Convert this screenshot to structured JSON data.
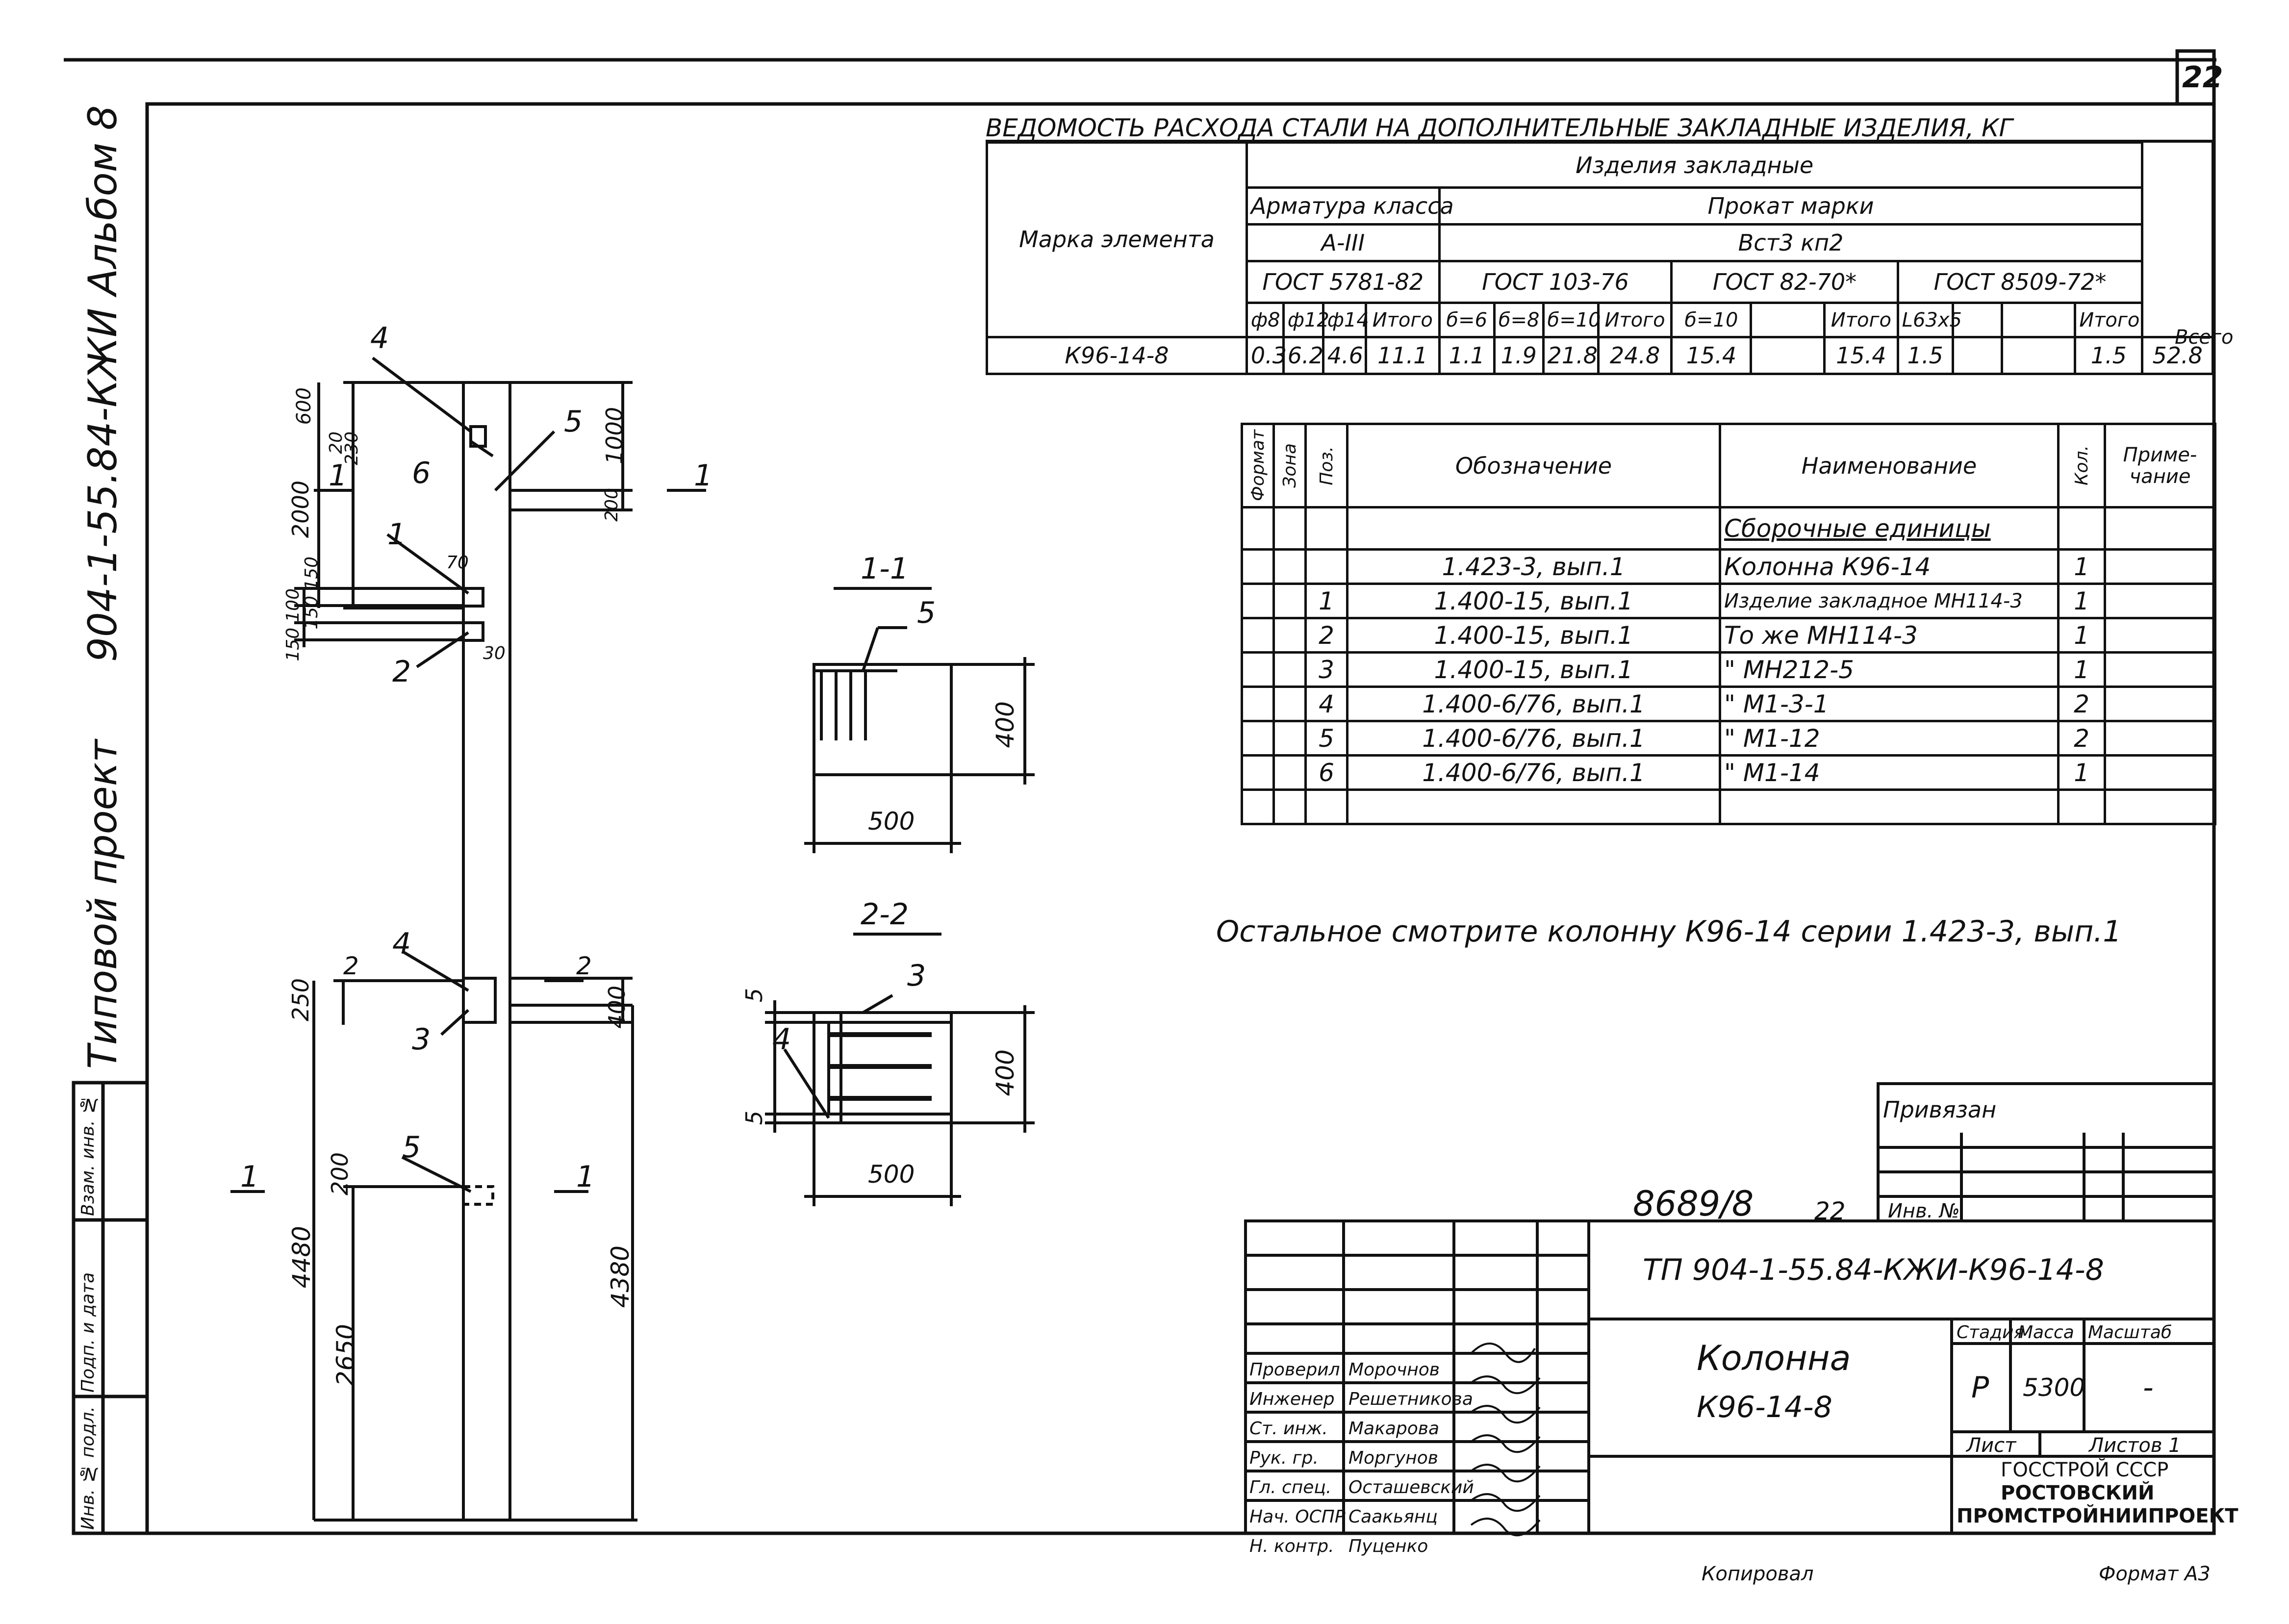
{
  "sheet": {
    "number": "22",
    "side_title": "Типовой проект",
    "side_code": "904-1-55.84-КЖИ Альбом 8",
    "side_stamp_labels": [
      "Инв. № подл.",
      "Подп. и дата",
      "Взам. инв. №"
    ]
  },
  "steel_table": {
    "title": "ВЕДОМОСТЬ РАСХОДА СТАЛИ НА ДОПОЛНИТЕЛЬНЫЕ ЗАКЛАДНЫЕ ИЗДЕЛИЯ, КГ",
    "group_header": "Изделия закладные",
    "mark_header": "Марка элемента",
    "rebar_header": "Арматура класса",
    "rebar_class": "А-III",
    "rolled_header": "Прокат марки",
    "rolled_grade": "Вст3 кп2",
    "gost": [
      "ГОСТ 5781-82",
      "ГОСТ 103-76",
      "ГОСТ 82-70*",
      "ГОСТ 8509-72*"
    ],
    "columns": [
      "ф8",
      "ф12",
      "ф14",
      "Итого",
      "б=6",
      "б=8",
      "б=10",
      "Итого",
      "б=10",
      "",
      "Итого",
      "L63х5",
      "",
      "",
      "Итого",
      "Всего"
    ],
    "row": {
      "mark": "К96-14-8",
      "values": [
        "0.3",
        "6.2",
        "4.6",
        "11.1",
        "1.1",
        "1.9",
        "21.8",
        "24.8",
        "15.4",
        "",
        "15.4",
        "1.5",
        "",
        "",
        "1.5",
        "52.8"
      ]
    }
  },
  "spec_table": {
    "headers": {
      "format": "Формат",
      "zone": "Зона",
      "pos": "Поз.",
      "designation": "Обозначение",
      "name": "Наименование",
      "qty": "Кол.",
      "note": "Приме-чание"
    },
    "section": "Сборочные единицы",
    "rows": [
      {
        "pos": "",
        "designation": "1.423-3, вып.1",
        "name": "Колонна К96-14",
        "qty": "1"
      },
      {
        "pos": "1",
        "designation": "1.400-15, вып.1",
        "name": "Изделие закладное МН114-3",
        "qty": "1"
      },
      {
        "pos": "2",
        "designation": "1.400-15, вып.1",
        "name": "То же МН114-3",
        "qty": "1"
      },
      {
        "pos": "3",
        "designation": "1.400-15, вып.1",
        "name": "\" МН212-5",
        "qty": "1"
      },
      {
        "pos": "4",
        "designation": "1.400-6/76, вып.1",
        "name": "\" М1-3-1",
        "qty": "2"
      },
      {
        "pos": "5",
        "designation": "1.400-6/76, вып.1",
        "name": "\" М1-12",
        "qty": "2"
      },
      {
        "pos": "6",
        "designation": "1.400-6/76, вып.1",
        "name": "\" М1-14",
        "qty": "1"
      }
    ]
  },
  "note": "Остальное смотрите колонну К96-14 серии 1.423-3, вып.1",
  "sections": {
    "s1_title": "1-1",
    "s1_width": "500",
    "s1_height": "400",
    "s1_pos": "5",
    "s2_title": "2-2",
    "s2_width": "500",
    "s2_height": "400",
    "s2_pos_a": "3",
    "s2_pos_b": "4",
    "s2_dim_a": "5",
    "s2_dim_b": "5"
  },
  "elevation": {
    "dims": [
      "600",
      "20",
      "230",
      "2000",
      "1000",
      "200",
      "150",
      "100",
      "150",
      "150",
      "70",
      "30",
      "250",
      "400",
      "200",
      "4480",
      "2650",
      "4380"
    ],
    "positions": [
      "4",
      "5",
      "6",
      "1",
      "2",
      "4",
      "3",
      "5"
    ],
    "section_marks": [
      "1",
      "1",
      "1",
      "1",
      "2",
      "2"
    ]
  },
  "title_block": {
    "privyazan": "Привязан",
    "inv_no": "Инв. №",
    "archive_no": "8689/8",
    "archive_sheet": "22",
    "code": "ТП 904-1-55.84-КЖИ-К96-14-8",
    "product_name": "Колонна",
    "product_mark": "К96-14-8",
    "stage_label": "Стадия",
    "mass_label": "Масса",
    "scale_label": "Масштаб",
    "stage": "Р",
    "mass": "5300",
    "scale": "-",
    "sheet_label": "Лист",
    "sheets_label": "Листов 1",
    "org": [
      "ГОССТРОЙ СССР",
      "РОСТОВСКИЙ",
      "ПРОМСТРОЙНИИПРОЕКТ"
    ],
    "people": [
      {
        "role": "Проверил",
        "name": "Морочнов"
      },
      {
        "role": "Инженер",
        "name": "Решетникова"
      },
      {
        "role": "Ст. инж.",
        "name": "Макарова"
      },
      {
        "role": "Рук. гр.",
        "name": "Моргунов"
      },
      {
        "role": "Гл. спец.",
        "name": "Осташевский"
      },
      {
        "role": "Нач. ОСПР",
        "name": "Саакьянц"
      },
      {
        "role": "Н. контр.",
        "name": "Пуценко"
      }
    ],
    "copied": "Копировал",
    "format": "Формат А3"
  }
}
